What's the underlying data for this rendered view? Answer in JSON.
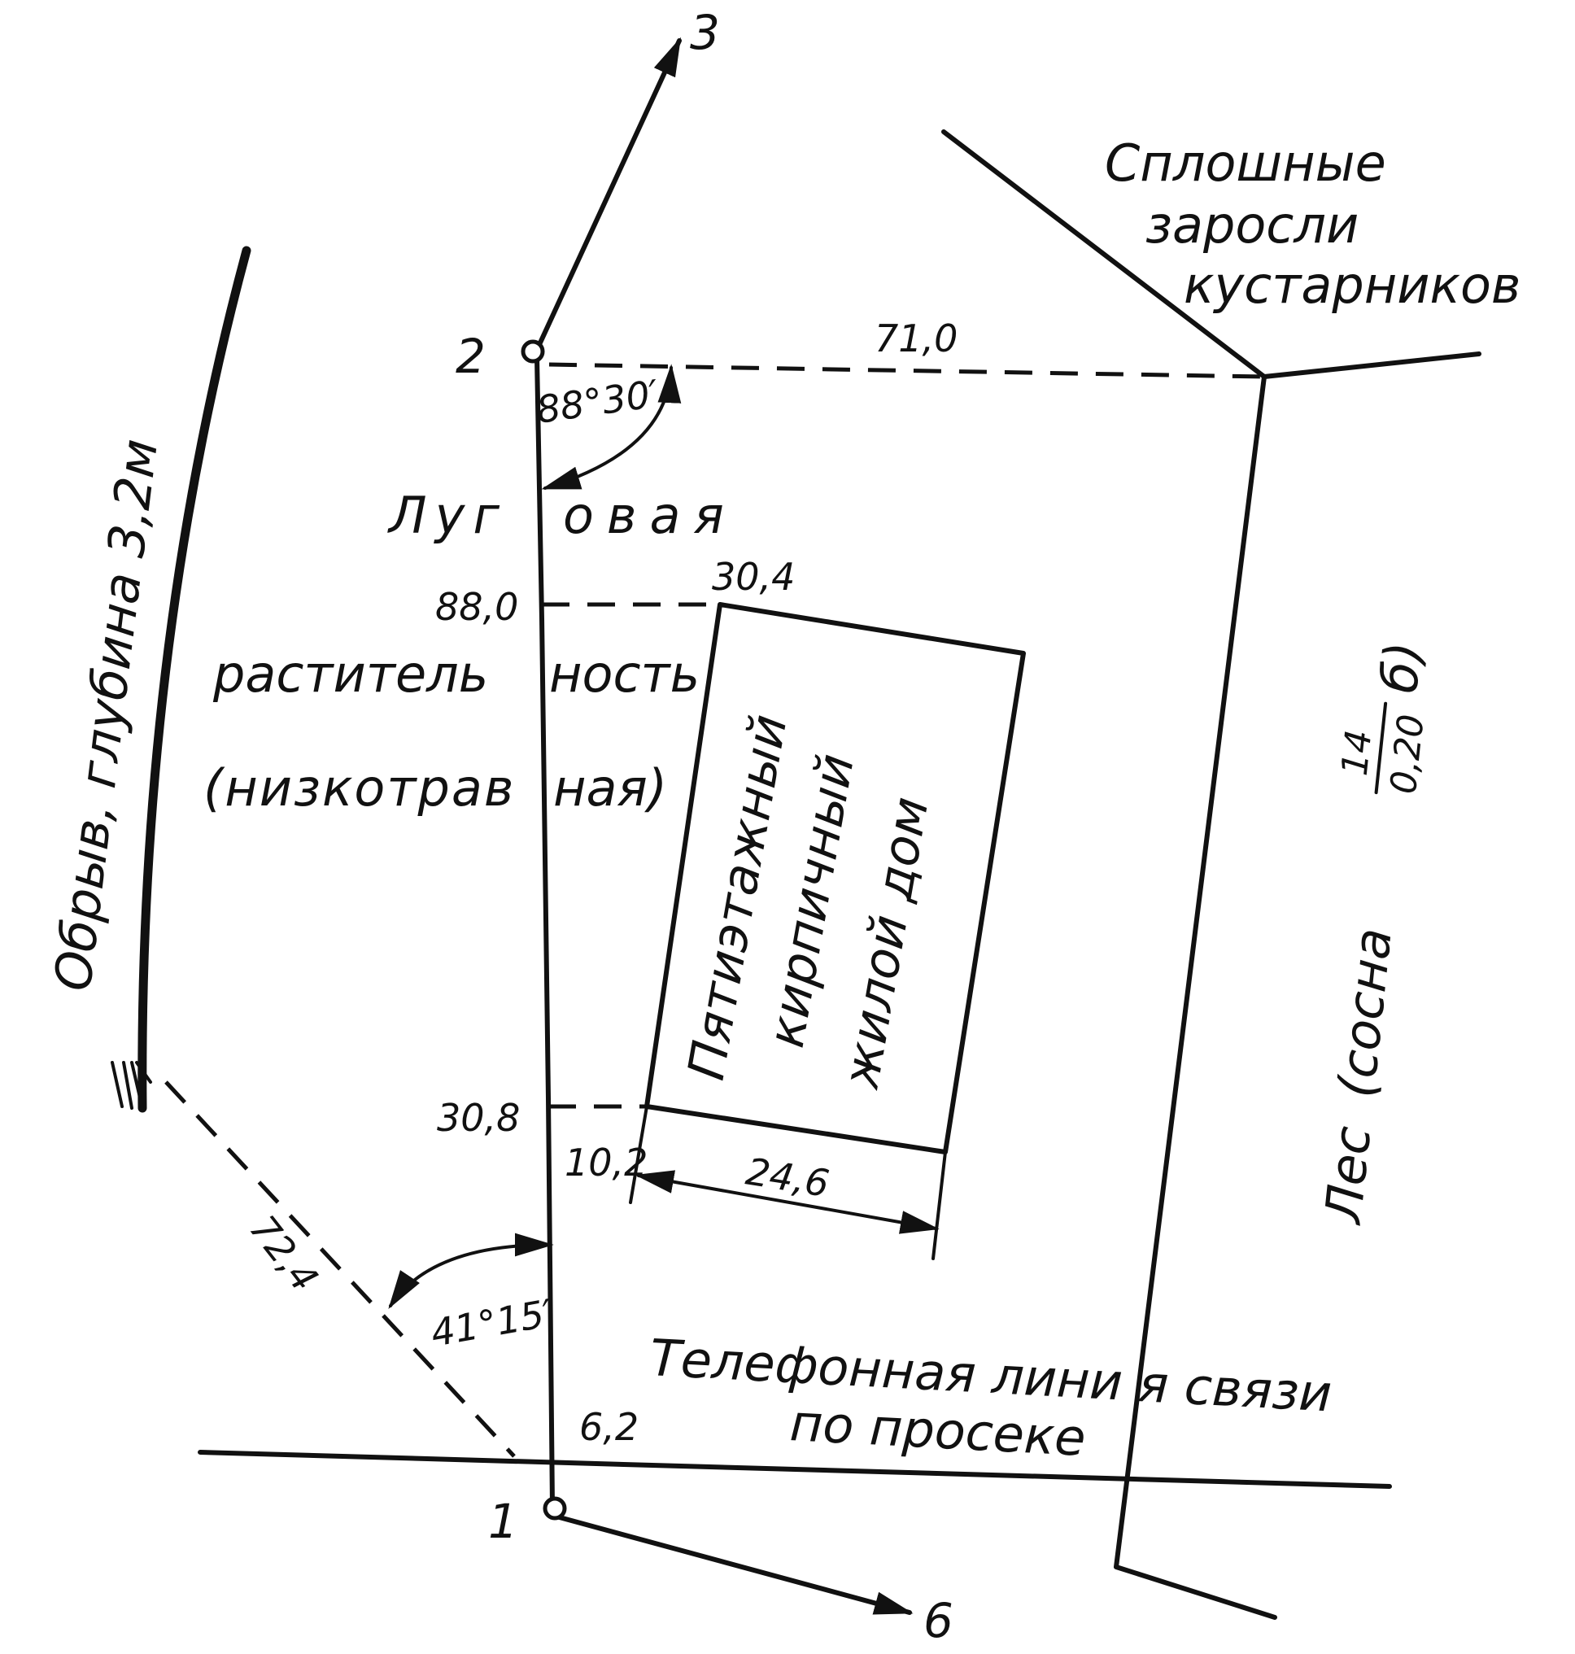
{
  "points": {
    "p1": "1",
    "p2": "2",
    "p3": "3",
    "p6": "6"
  },
  "measurements": {
    "top_line": "71,0",
    "angle_top": "88°30′",
    "offset_88": "88,0",
    "offset_304": "30,4",
    "offset_308": "30,8",
    "offset_102": "10,2",
    "house_width": "24,6",
    "diag_line": "72,4",
    "angle_bottom": "41°15′",
    "offset_62": "6,2"
  },
  "labels": {
    "bank": "Обрыв, глубина 3,2м",
    "meadow_1": "Луг",
    "meadow_2": "овая",
    "vegetation_1": "раститель",
    "vegetation_2": "ность",
    "low_grass_1": "(низкотрав",
    "low_grass_2": "ная)",
    "house_1": "Пятиэтажный",
    "house_2": "кирпичный",
    "house_3": "жилой дом",
    "shrubs_1": "Сплошные",
    "shrubs_2": "заросли",
    "shrubs_3": "кустарников",
    "forest_word": "Лес",
    "forest_open": "(сосна",
    "forest_num": "14",
    "forest_den": "0,20",
    "forest_close": "б)",
    "phone_1a": "Телефонная лини",
    "phone_1b": "я связи",
    "phone_2a": "по просеке"
  }
}
